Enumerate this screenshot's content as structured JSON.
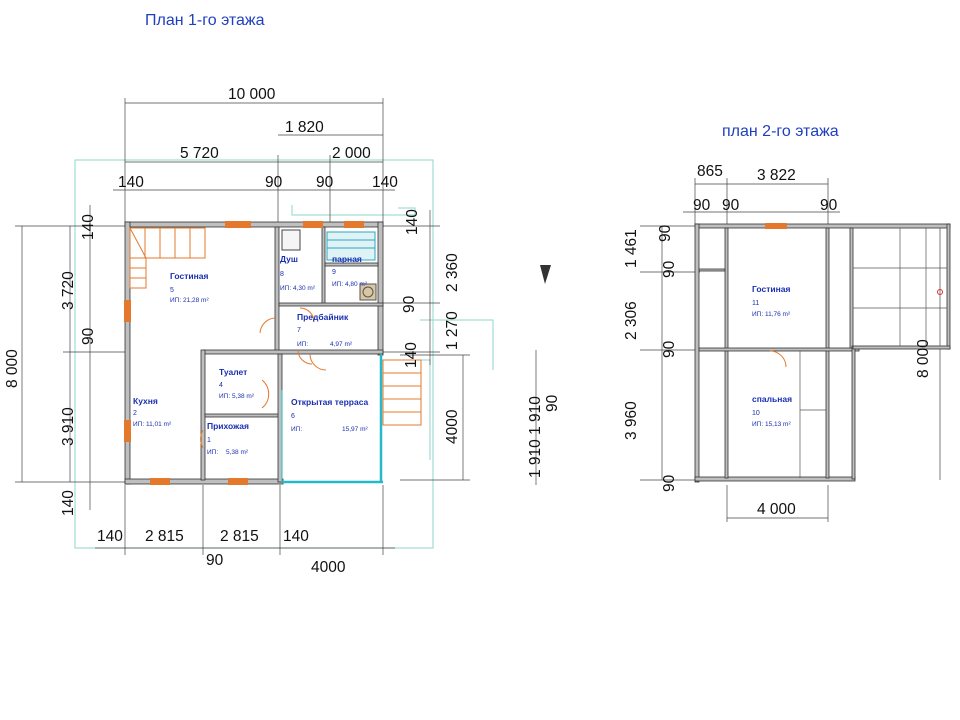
{
  "floor1": {
    "title": "План 1-го этажа",
    "dims": {
      "total_width": "10 000",
      "d1820": "1 820",
      "d5720": "5 720",
      "d2000": "2 000",
      "w140a": "140",
      "w90a": "90",
      "w90b": "90",
      "w140b": "140",
      "bottom_140a": "140",
      "bottom_2815a": "2 815",
      "bottom_2815b": "2 815",
      "bottom_140b": "140",
      "bottom_90": "90",
      "bottom_4000": "4000",
      "left_8000": "8 000",
      "left_3720": "3 720",
      "left_90": "90",
      "left_3910": "3 910",
      "left_140_top": "140",
      "left_140_bot": "140",
      "right_140": "140",
      "right_2360": "2 360",
      "right_90": "90",
      "right_1270": "1 270",
      "right_140b": "140",
      "right_4000": "4000",
      "vert_1910": "1 910 1 910",
      "vert_90": "90"
    },
    "rooms": [
      {
        "name": "Гостиная",
        "num": "5",
        "area": "ИП: 21,28 m²"
      },
      {
        "name": "Душ",
        "num": "8",
        "area": "ИП: 4,30 m²"
      },
      {
        "name": "парная",
        "num": "9",
        "area": "ИП: 4,80 m²"
      },
      {
        "name": "Предбайник",
        "num": "7",
        "area": "ИП:",
        "area2": "4,97 m²"
      },
      {
        "name": "Туалет",
        "num": "4",
        "area": "ИП: 5,38 m²"
      },
      {
        "name": "Кухня",
        "num": "2",
        "area": "ИП: 11,01 m²"
      },
      {
        "name": "Прихожая",
        "num": "1",
        "area": "ИП:",
        "area2": "5,38 m²"
      },
      {
        "name": "Открытая терраса",
        "num": "6",
        "area": "ИП:",
        "area2": "15,97 m²"
      }
    ]
  },
  "floor2": {
    "title": "план 2-го этажа",
    "dims": {
      "d865": "865",
      "d3822": "3 822",
      "w90a": "90",
      "w90b": "90",
      "w90c": "90",
      "left_1461": "1 461",
      "left_90a": "90",
      "left_90b": "90",
      "left_2306": "2 306",
      "left_90c": "90",
      "left_3960": "3 960",
      "left_90d": "90",
      "bottom_4000": "4 000",
      "right_8000": "8 000"
    },
    "rooms": [
      {
        "name": "Гостиная",
        "num": "11",
        "area": "ИП: 11,76 m²"
      },
      {
        "name": "спальная",
        "num": "10",
        "area": "ИП: 15,13 m²"
      }
    ]
  },
  "colors": {
    "title": "#1f3fbf",
    "window": "#e4782c",
    "guide": "#8fd7c9",
    "wall": "#bfbfbf"
  }
}
